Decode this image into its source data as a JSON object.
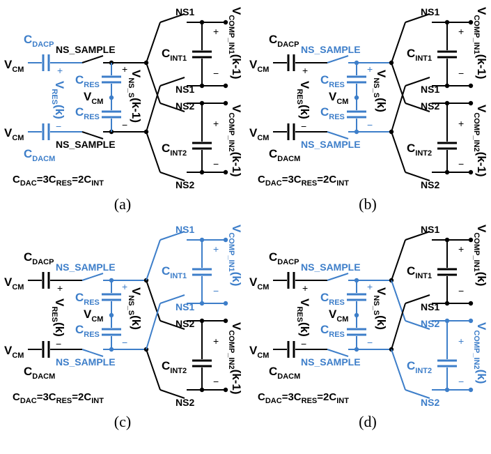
{
  "colors": {
    "black": "#000000",
    "blue": "#3d7ec9"
  },
  "panels": [
    {
      "id": "a",
      "caption": "(a)",
      "highlight": "dac",
      "vres": "(k)",
      "vns": "(k-1)",
      "out1": "(k-1)",
      "out2": "(k-1)"
    },
    {
      "id": "b",
      "caption": "(b)",
      "highlight": "res",
      "vres": "(k)",
      "vns": "(k)",
      "out1": "(k-1)",
      "out2": "(k-1)"
    },
    {
      "id": "c",
      "caption": "(c)",
      "highlight": "int1",
      "vres": "(k)",
      "vns": "(k)",
      "out1": "(k)",
      "out2": "(k-1)"
    },
    {
      "id": "d",
      "caption": "(d)",
      "highlight": "int2",
      "vres": "(k)",
      "vns": "(k)",
      "out1": "(k)",
      "out2": "(k)"
    }
  ],
  "labels": {
    "vcm_main": "V",
    "vcm_sub": "CM",
    "cdacp_main": "C",
    "cdacp_sub": "DACP",
    "cdacm_main": "C",
    "cdacm_sub": "DACM",
    "ns_sample": "NS_SAMPLE",
    "ns1": "NS1",
    "ns2": "NS2",
    "cres_main": "C",
    "cres_sub": "RES",
    "cint1_main": "C",
    "cint1_sub": "INT1",
    "cint2_main": "C",
    "cint2_sub": "INT2",
    "vres_main": "V",
    "vres_sub": "RES",
    "vns_main": "V",
    "vns_sub": "NS_S",
    "vcomp1_main": "V",
    "vcomp1_sub": "COMP_IN1",
    "vcomp2_main": "V",
    "vcomp2_sub": "COMP_IN2",
    "plus": "+",
    "minus": "−",
    "eq_c1": "C",
    "eq_dac": "DAC",
    "eq_mid": "=3C",
    "eq_res": "RES",
    "eq_mid2": "=2C",
    "eq_int": "INT"
  }
}
